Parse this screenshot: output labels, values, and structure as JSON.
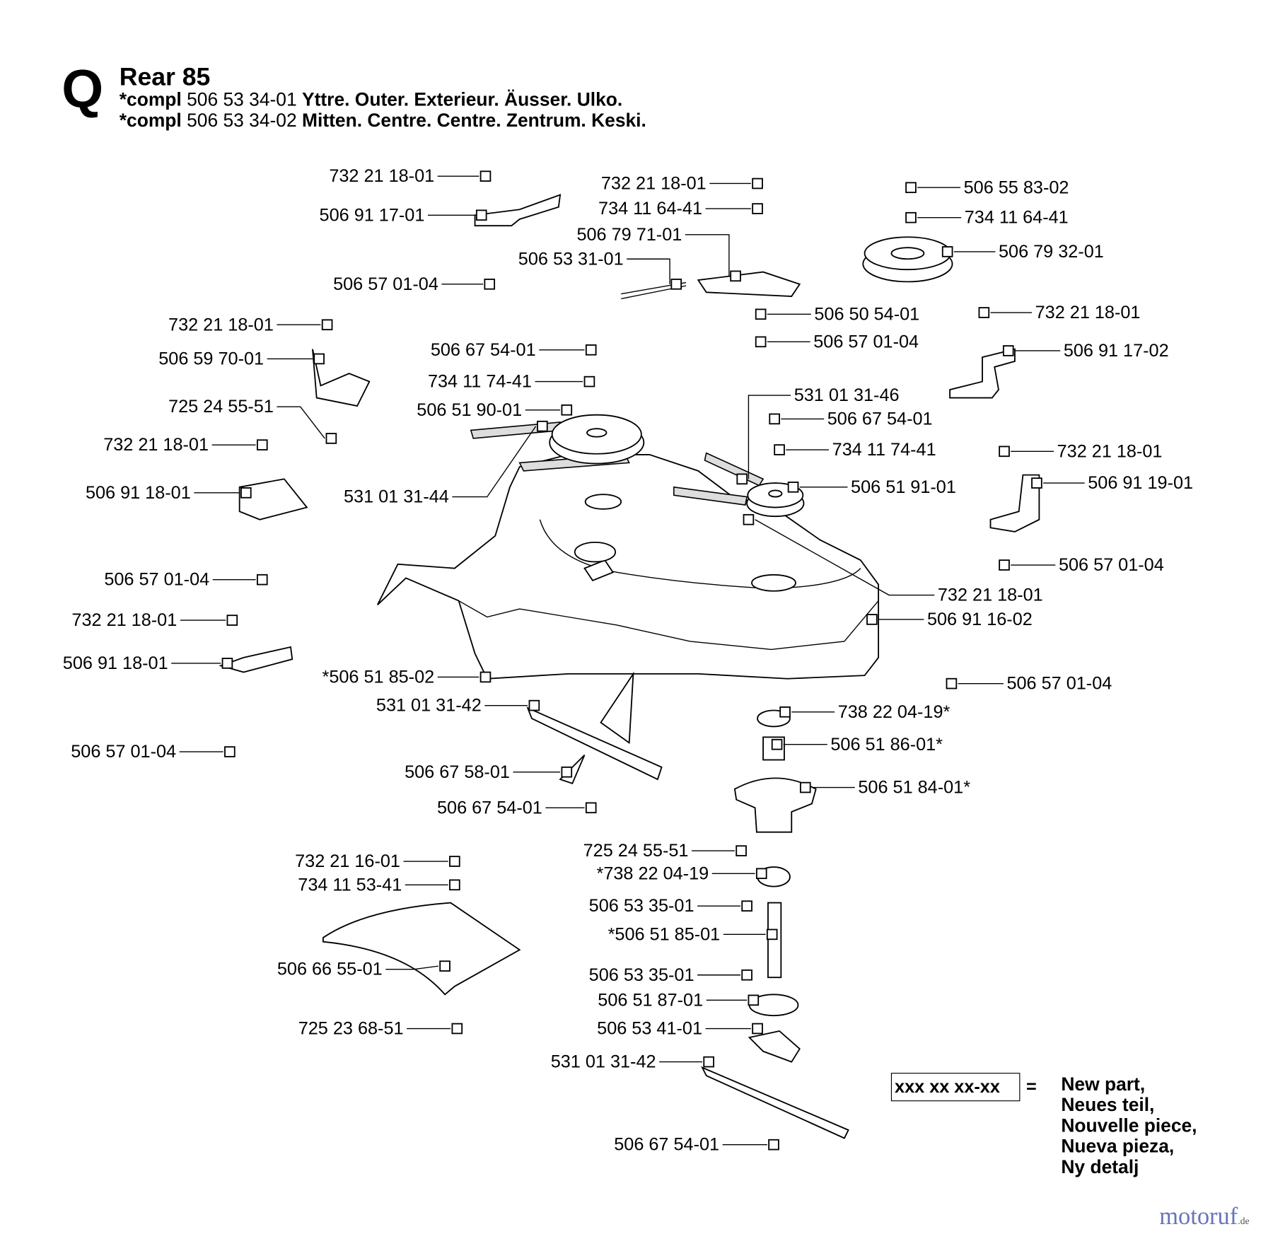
{
  "header": {
    "section_letter": "Q",
    "title": "Rear 85",
    "lines": [
      {
        "prefix": "*compl",
        "part": "506 53 34-01",
        "desc": "Yttre. Outer. Exterieur. Äusser. Ulko."
      },
      {
        "prefix": "*compl",
        "part": "506 53 34-02",
        "desc": "Mitten. Centre. Centre. Zentrum. Keski."
      }
    ]
  },
  "labels": [
    "732 21 18-01",
    "506 91 17-01",
    "506 57 01-04",
    "732 21 18-01",
    "506 59 70-01",
    "725 24 55-51",
    "732 21 18-01",
    "506 91 18-01",
    "506 57 01-04",
    "732 21 18-01",
    "506 91 18-01",
    "506 57 01-04",
    "732 21 18-01",
    "734 11 64-41",
    "506 79 71-01",
    "506 53 31-01",
    "506 67 54-01",
    "734 11 74-41",
    "506 51 90-01",
    "531 01 31-44",
    "*506 51 85-02",
    "531 01 31-42",
    "506 67 58-01",
    "506 67 54-01",
    "725 24 55-51",
    "*738 22 04-19",
    "506 53 35-01",
    "*506 51 85-01",
    "506 53 35-01",
    "506 51 87-01",
    "506 53 41-01",
    "531 01 31-42",
    "506 67 54-01",
    "732 21 16-01",
    "734 11 53-41",
    "506 66 55-01",
    "725 23 68-51",
    "506 55 83-02",
    "734 11 64-41",
    "506 79 32-01",
    "506 50 54-01",
    "506 57 01-04",
    "732 21 18-01",
    "506 91 17-02",
    "531 01 31-46",
    "506 67 54-01",
    "734 11 74-41",
    "506 51 91-01",
    "732 21 18-01",
    "506 91 19-01",
    "506 57 01-04",
    "732 21 18-01",
    "506 91 16-02",
    "506 57 01-04",
    "738 22 04-19*",
    "506 51 86-01*",
    "506 51 84-01*"
  ],
  "legend": {
    "sample": "xxx xx xx-xx",
    "equals": "=",
    "meanings": [
      "New part,",
      "Neues teil,",
      "Nouvelle piece,",
      "Nueva pieza,",
      "Ny detalj"
    ]
  },
  "watermark": "motoruf.de"
}
